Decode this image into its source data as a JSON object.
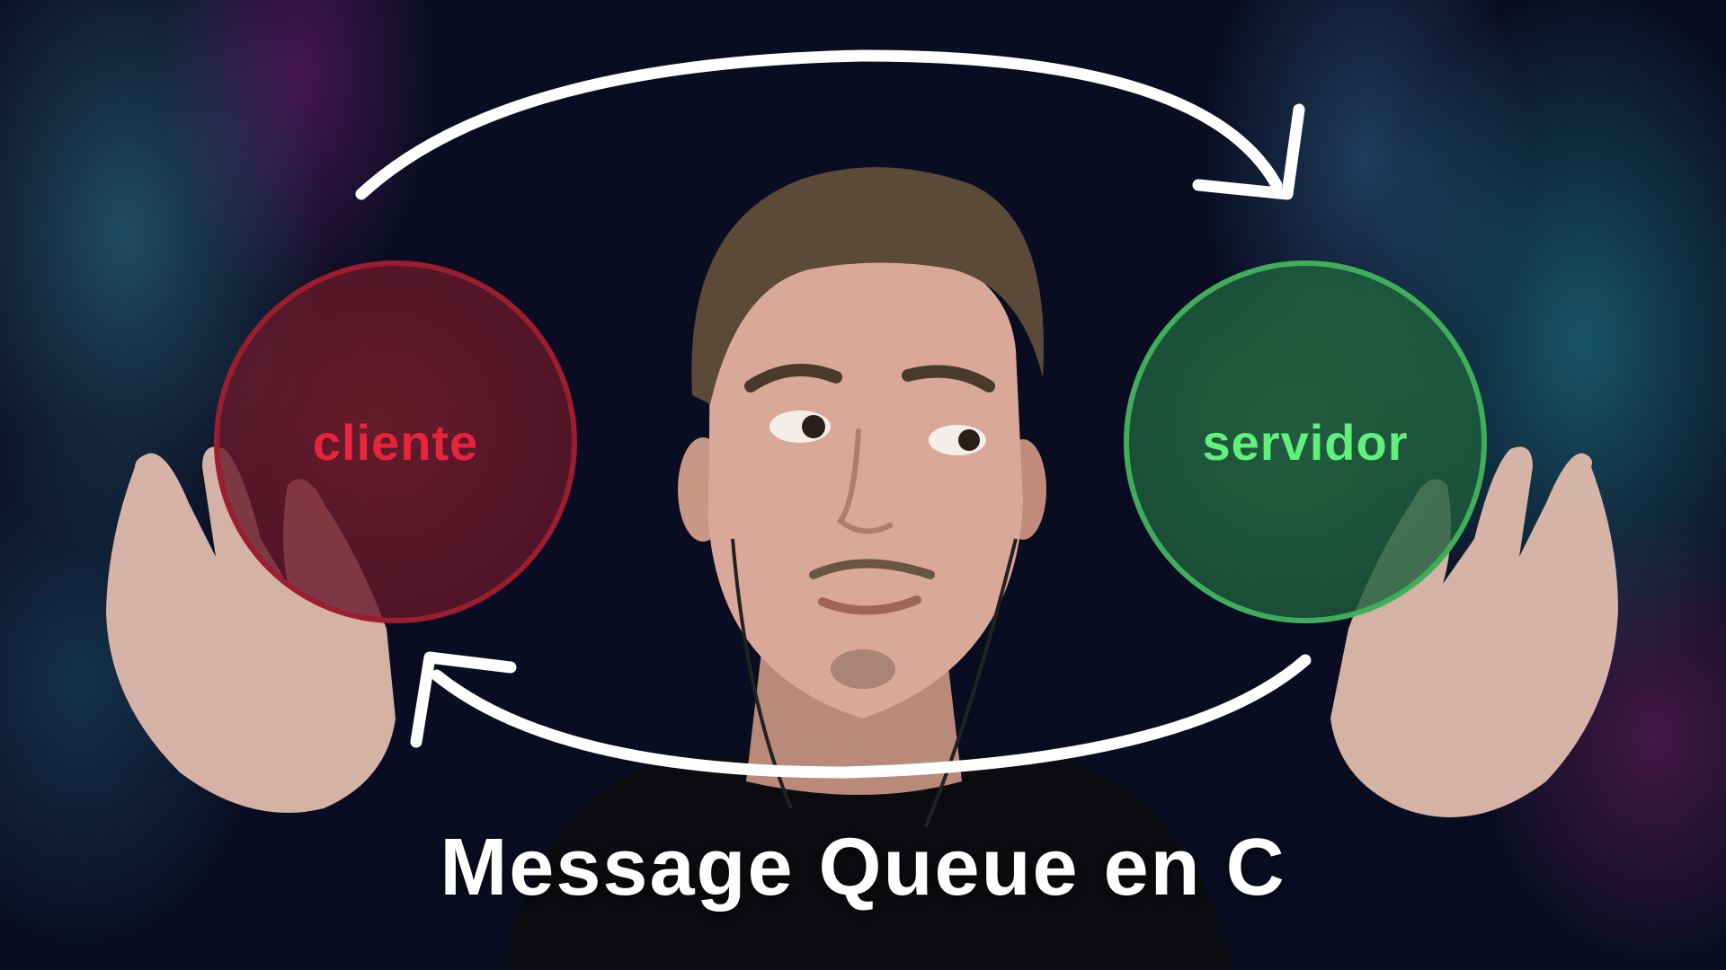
{
  "diagram": {
    "client_label": "cliente",
    "server_label": "servidor",
    "client_color": "#e8243c",
    "server_color": "#62f07c",
    "arrow_color": "#ffffff"
  },
  "caption": {
    "title": "Message Queue en C"
  }
}
